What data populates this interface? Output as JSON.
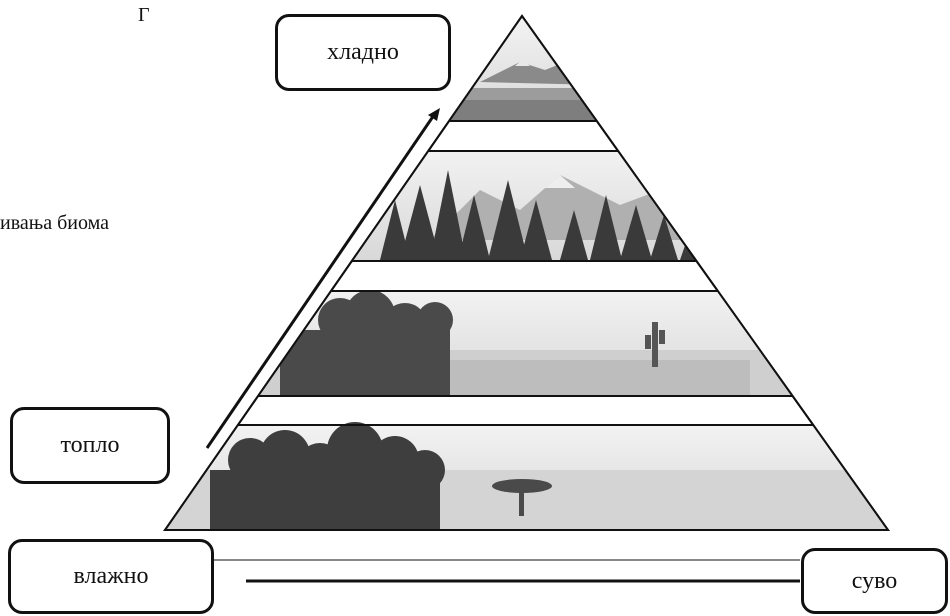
{
  "labels": {
    "cold": "хладно",
    "warm": "топло",
    "wet": "влажно",
    "dry": "суво"
  },
  "fragments": {
    "side_text": "ивања биома",
    "corner_mark": "Г"
  },
  "biome_tiers": [
    {
      "scene": "tundra-mountain-icon"
    },
    {
      "scene": "taiga-forest-icon"
    },
    {
      "scene": "temperate-forest-desert-icon"
    },
    {
      "scene": "tropical-forest-savanna-icon"
    }
  ],
  "arrows": {
    "vertical": "warm-to-cold-arrow",
    "horizontal": "wet-to-dry-arrow"
  }
}
